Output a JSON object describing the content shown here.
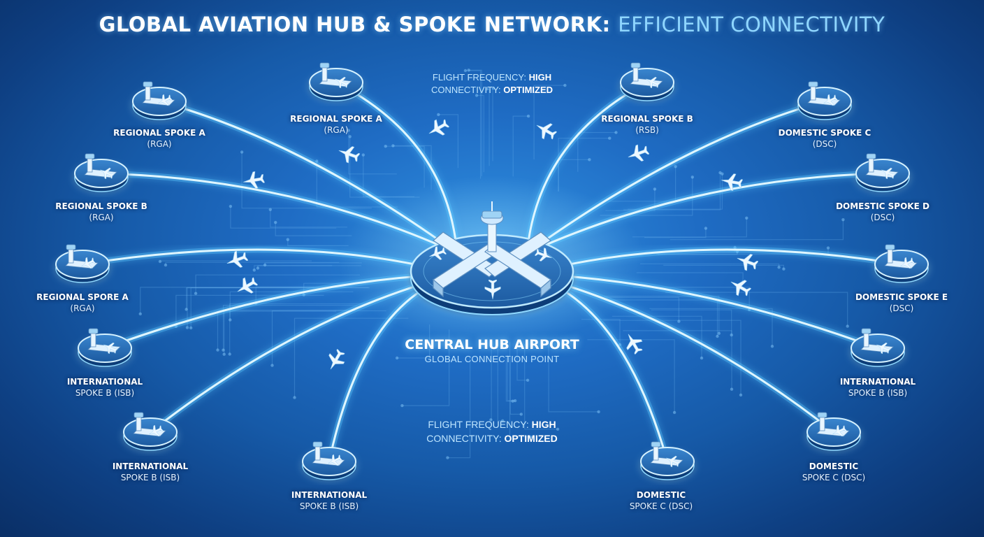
{
  "title": {
    "main": "GLOBAL AVIATION HUB & SPOKE NETWORK:",
    "accent": "EFFICIENT CONNECTIVITY"
  },
  "hub": {
    "name": "CENTRAL HUB AIRPORT",
    "subtitle": "GLOBAL CONNECTION POINT"
  },
  "info_top": {
    "freq_label": "FLIGHT FREQUENCY:",
    "freq_value": "HIGH",
    "conn_label": "CONNECTIVITY:",
    "conn_value": "OPTIMIZED"
  },
  "info_bottom": {
    "freq_label": "FLIGHT FREQUENCY:",
    "freq_value": "HIGH",
    "conn_label": "CONNECTIVITY:",
    "conn_value": "OPTIMIZED"
  },
  "spokes": [
    {
      "name": "REGIONAL SPOKE A",
      "code": "(RGA)"
    },
    {
      "name": "REGIONAL SPOKE B",
      "code": "(RGA)"
    },
    {
      "name": "REGIONAL SPORE A",
      "code": "(RGA)"
    },
    {
      "name": "INTERNATIONAL",
      "code": "SPOKE B (ISB)"
    },
    {
      "name": "INTERNATIONAL",
      "code": "SPOKE B (ISB)"
    },
    {
      "name": "REGIONAL SPOKE A",
      "code": "(RGA)"
    },
    {
      "name": "INTERNATIONAL",
      "code": "SPOKE B (ISB)"
    },
    {
      "name": "REGIONAL SPOKE B",
      "code": "(RSB)"
    },
    {
      "name": "DOMESTIC SPOKE C",
      "code": "(DSC)"
    },
    {
      "name": "DOMESTIC SPOKE D",
      "code": "(DSC)"
    },
    {
      "name": "DOMESTIC SPOKE E",
      "code": "(DSC)"
    },
    {
      "name": "INTERNATIONAL",
      "code": "SPOKE B (ISB)"
    },
    {
      "name": "DOMESTIC",
      "code": "SPOKE C (DSC)"
    },
    {
      "name": "DOMESTIC",
      "code": "SPOKE C (DSC)"
    }
  ]
}
